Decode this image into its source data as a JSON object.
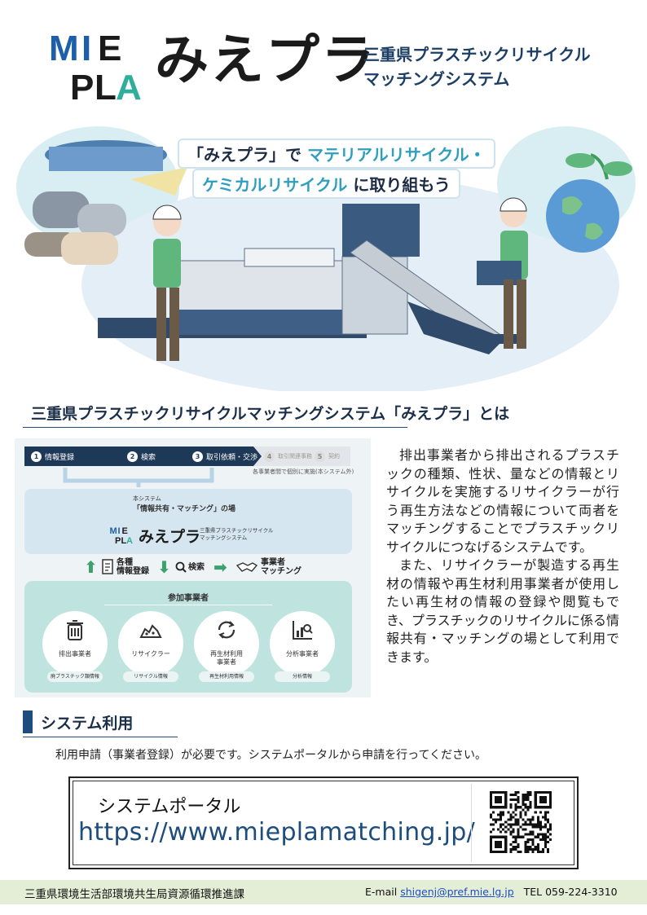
{
  "header": {
    "logo_letters": [
      "M",
      "I",
      "E",
      "P",
      "L",
      "A"
    ],
    "logo_word": "みえプラ",
    "subtitle_lines": [
      "三重県プラスチックリサイクル",
      "マッチングシステム"
    ]
  },
  "hero": {
    "catch_line1_pre": "「みえプラ」で",
    "catch_line1_accent": "マテリアルリサイクル・",
    "catch_line2_accent": "ケミカルリサイクル",
    "catch_line2_post": "に取り組もう"
  },
  "about": {
    "heading": "三重県プラスチックリサイクルマッチングシステム「みえプラ」とは",
    "paragraphs": [
      "排出事業者から排出されるプラスチックの種類、性状、量などの情報とリサイクルを実施するリサイクラーが行う再生方法などの情報について両者をマッチングすることでプラスチックリサイクルにつなげるシステムです。",
      "また、リサイクラーが製造する再生材の情報や再生材利用事業者が使用したい再生材の情報の登録や閲覧もでき、プラスチックのリサイクルに係る情報共有・マッチングの場として利用できます。"
    ]
  },
  "diagram": {
    "steps": [
      {
        "num": "1",
        "label": "情報登録"
      },
      {
        "num": "2",
        "label": "検索"
      },
      {
        "num": "3",
        "label": "取引依頼・交渉"
      },
      {
        "num": "4",
        "label": "取引関連事務"
      },
      {
        "num": "5",
        "label": "契約"
      }
    ],
    "outside_note": "各事業者間で個別に実施(本システム外)",
    "share_line1": "本システム",
    "share_line2": "「情報共有・マッチング」の場",
    "mini_word": "みえプラ",
    "mini_sub": [
      "三重県プラスチックリサイクル",
      "マッチングシステム"
    ],
    "flow": {
      "register": [
        "各種",
        "情報登録"
      ],
      "search": "検索",
      "matching": [
        "事業者",
        "マッチング"
      ]
    },
    "participants_title": "参加事業者",
    "participants": [
      {
        "label": [
          "排出事業者"
        ],
        "pill": "廃プラスチック類情報",
        "icon": "trash-bin-icon"
      },
      {
        "label": [
          "リサイクラー"
        ],
        "pill": "リサイクル情報",
        "icon": "plastic-pile-icon"
      },
      {
        "label": [
          "再生材利用",
          "事業者"
        ],
        "pill": "再生材利用情報",
        "icon": "recycle-arrows-icon"
      },
      {
        "label": [
          "分析事業者"
        ],
        "pill": "分析情報",
        "icon": "analysis-chart-icon"
      }
    ]
  },
  "usage": {
    "heading": "システム利用",
    "text": "利用申請（事業者登録）が必要です。システムポータルから申請を行ってください。",
    "portal_label": "システムポータル",
    "portal_url": "https://www.mieplamatching.jp/"
  },
  "footer": {
    "department": "三重県環境生活部環境共生局資源循環推進課",
    "email_label": "E-mail",
    "email": "shigenj@pref.mie.lg.jp",
    "tel": "TEL 059-224-3310"
  },
  "colors": {
    "navy": "#1d4d7c",
    "teal": "#2f9fbf",
    "green": "#3ea06e",
    "footer_bg": "#e4eed6"
  }
}
